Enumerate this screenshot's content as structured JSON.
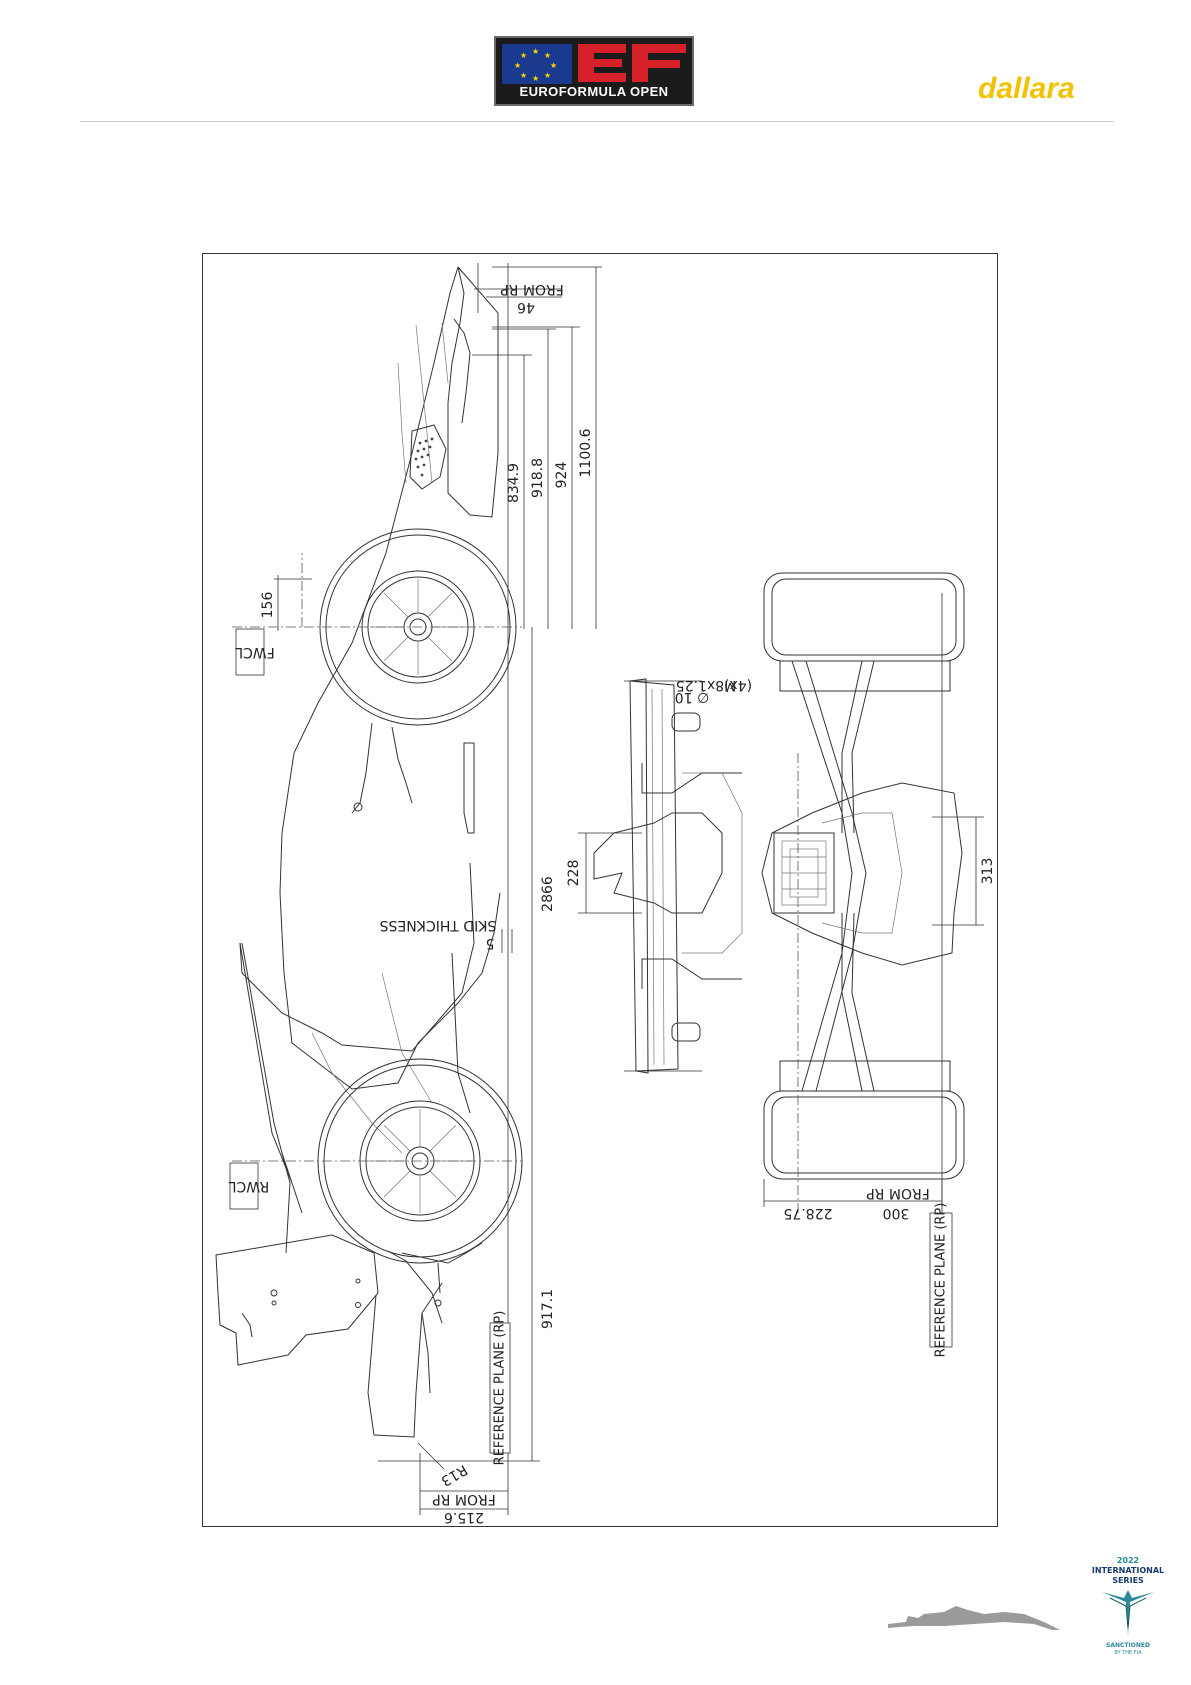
{
  "header": {
    "ef_logo_text": "EUROFORMULA OPEN",
    "ef_logo_letters": "EF",
    "dallara_logo_text": "dallara"
  },
  "drawing": {
    "side_view": {
      "labels": {
        "fwcl": "FWCL",
        "rwcl": "RWCL",
        "reference_plane": "REFERENCE PLANE (RP)",
        "skid_thickness": "SKID THICKNESS",
        "from_rp_top": "FROM RP",
        "from_rp_bottom": "FROM RP"
      },
      "dimensions": {
        "d46": "46",
        "d834_9": "834.9",
        "d918_8": "918.8",
        "d924": "924",
        "d1100_6": "1100.6",
        "d156": "156",
        "d2866": "2866",
        "d5": "5",
        "d917_1": "917.1",
        "d215_6": "215.6",
        "r13": "R13"
      }
    },
    "front_view": {
      "labels": {
        "bolt_diameter": "∅ 10",
        "bolt_thread": "M8x1.25",
        "bolt_count": "(4x)",
        "from_rp": "FROM RP",
        "reference_plane": "REFERENCE PLANE (RP)"
      },
      "dimensions": {
        "d228": "228",
        "d313": "313",
        "d228_75": "228.75",
        "d300": "300"
      }
    }
  },
  "footer": {
    "series_year": "2022",
    "series_line1": "INTERNATIONAL",
    "series_line2": "SERIES",
    "sanctioned": "SANCTIONED",
    "by_fia": "BY THE FIA"
  },
  "colors": {
    "dallara_yellow": "#f2c200",
    "ef_red": "#d6202a",
    "ef_blue": "#1a3a8f",
    "fia_teal": "#2a8a9a"
  }
}
